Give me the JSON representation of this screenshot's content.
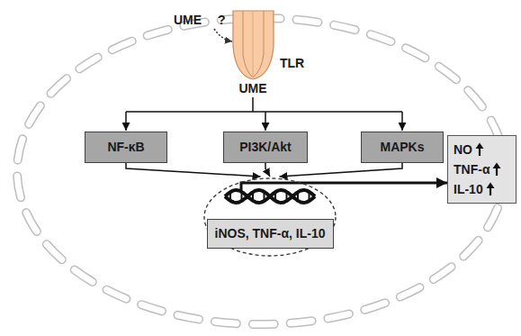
{
  "diagram": {
    "nodes": [
      {
        "text": [
          "NF-κB"
        ]
      },
      {
        "text": [
          "PI3K/Akt"
        ]
      },
      {
        "text": [
          "MAPKs"
        ]
      },
      {
        "text": [
          "iNOS, TNF-α, IL-10"
        ]
      },
      {
        "text": [
          "NO",
          "TNF-α",
          "IL-10"
        ]
      }
    ],
    "edges": [
      {
        "from": 0,
        "to": 3,
        "arrow": "to"
      },
      {
        "from": 1,
        "to": 3,
        "arrow": "to"
      },
      {
        "from": 2,
        "to": 3,
        "arrow": "to"
      },
      {
        "from": 3,
        "to": 4,
        "arrow": "to"
      }
    ],
    "labels": [
      "UME",
      "?",
      "TLR",
      "UME"
    ]
  }
}
